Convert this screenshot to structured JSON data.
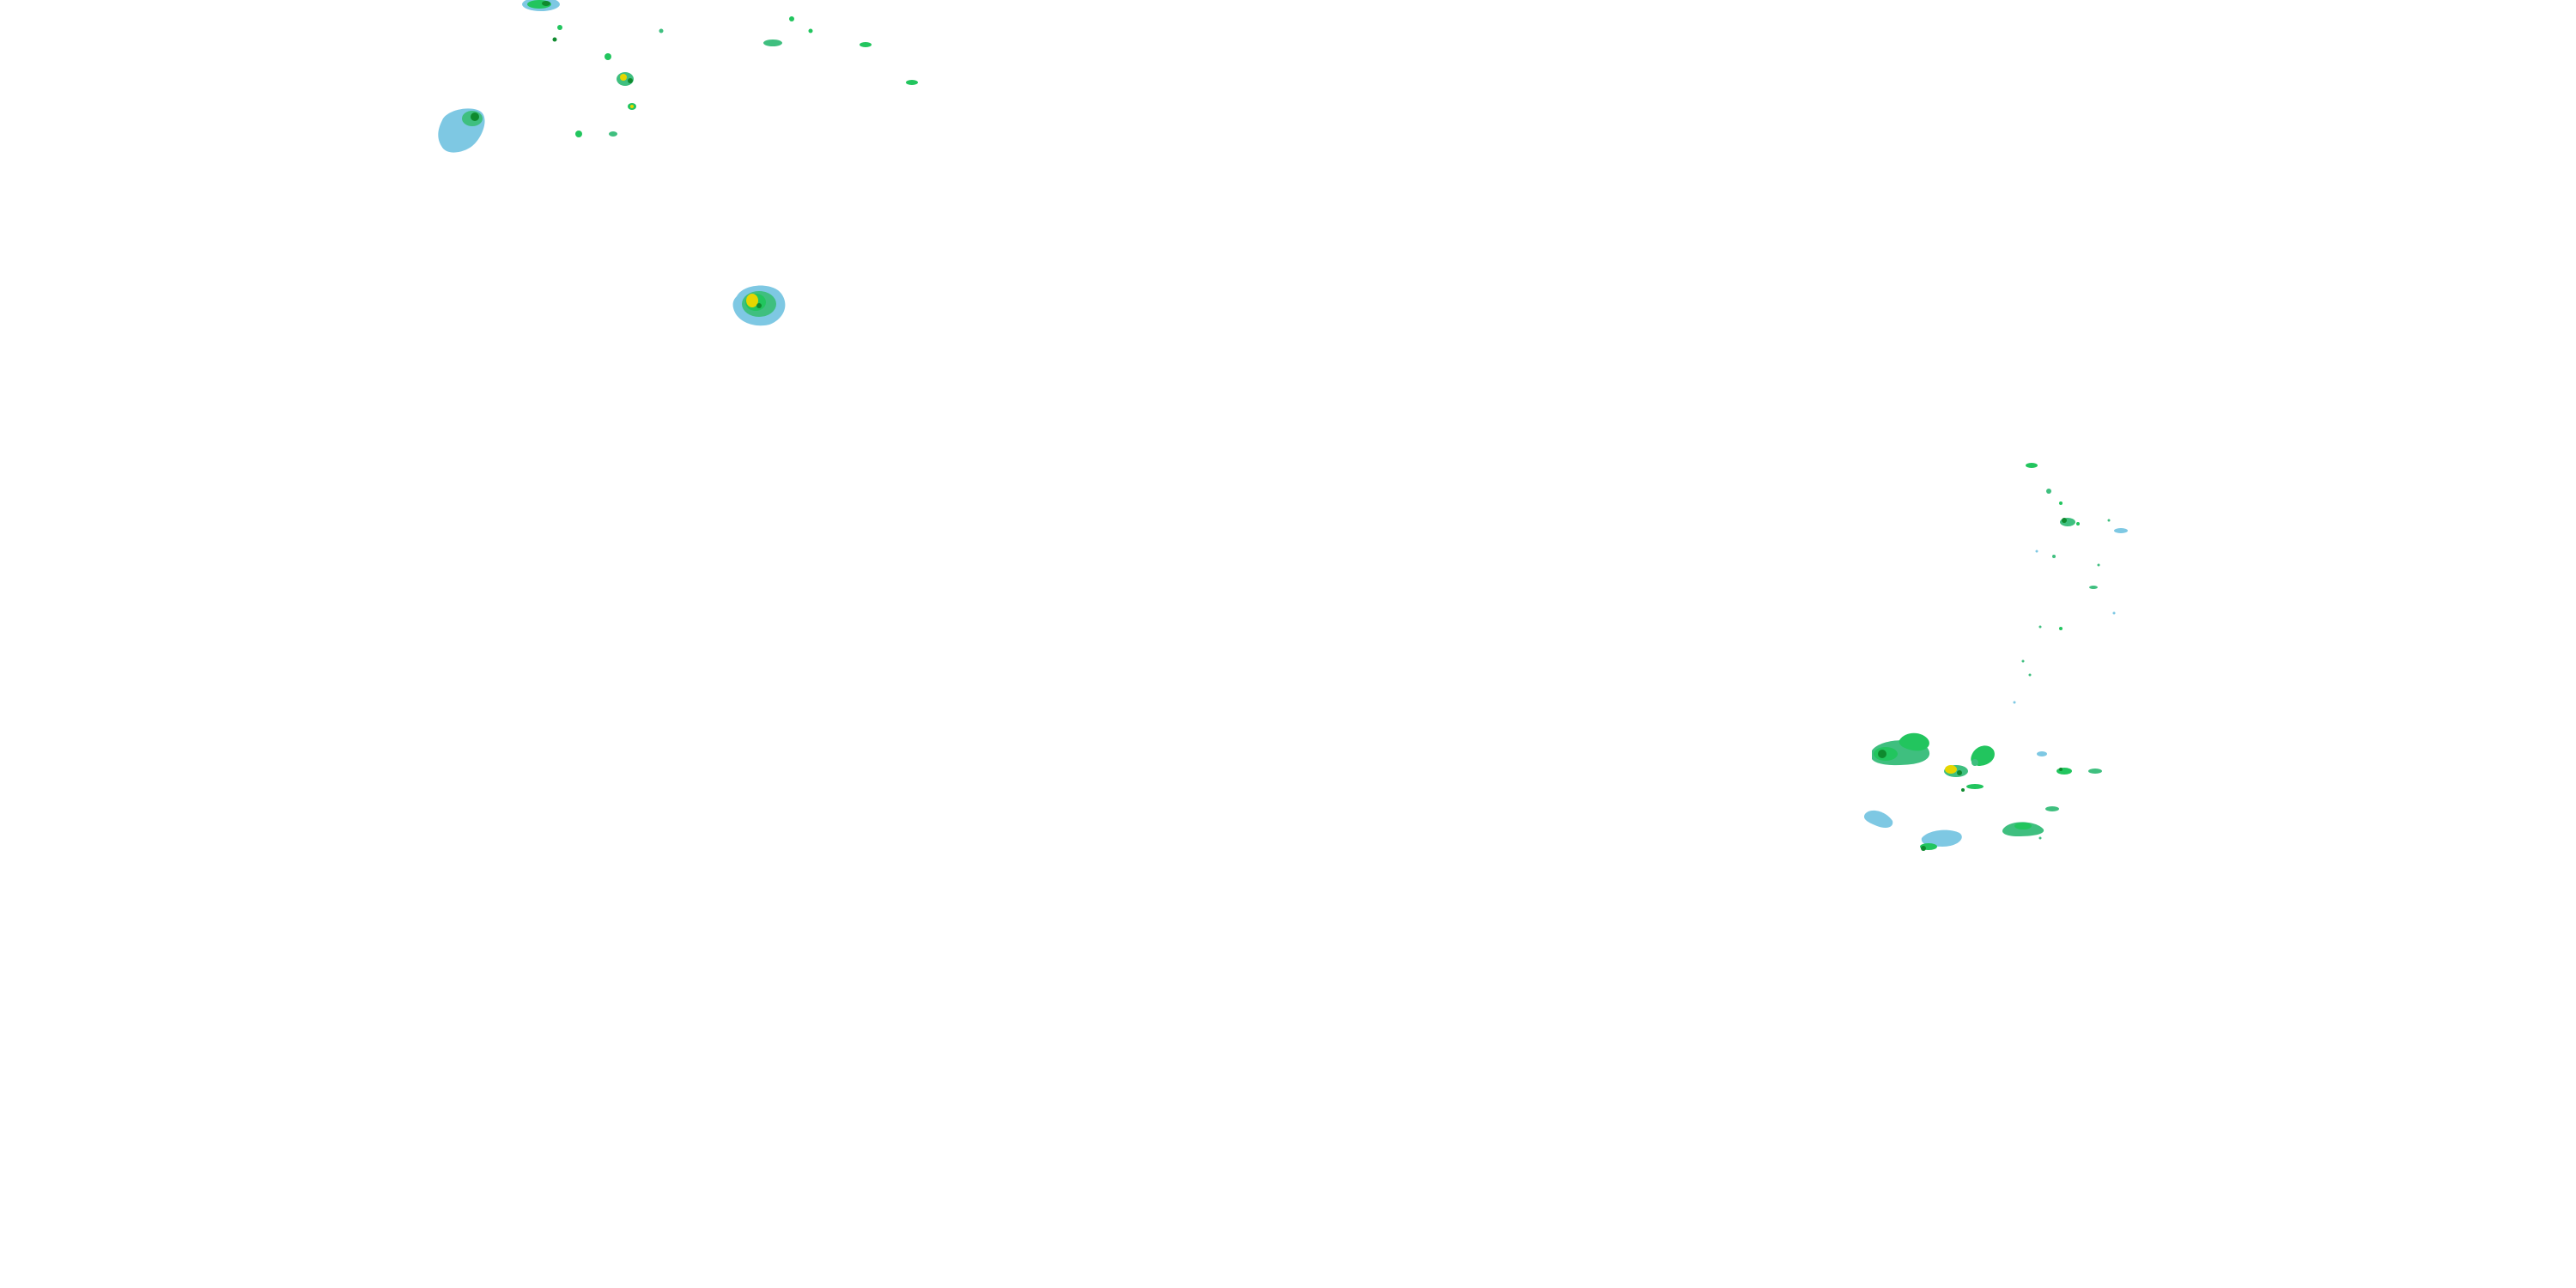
{
  "map": {
    "layer": "radar-reflectivity-overlay",
    "background_color": "#ffffff",
    "palette": {
      "light": "#7ec8e3",
      "mid": "#3fbf7f",
      "moderate": "#22c55e",
      "heavy": "#0f8a2e",
      "intense": "#e6d600"
    },
    "echo_cells": [
      {
        "id": "nw-cluster-a",
        "intensity": "moderate"
      },
      {
        "id": "nw-cell-round",
        "intensity": "light"
      },
      {
        "id": "central-storm-cell",
        "intensity": "intense"
      },
      {
        "id": "se-scattered-echoes",
        "intensity": "mid"
      },
      {
        "id": "se-storm-cluster",
        "intensity": "intense"
      }
    ]
  }
}
